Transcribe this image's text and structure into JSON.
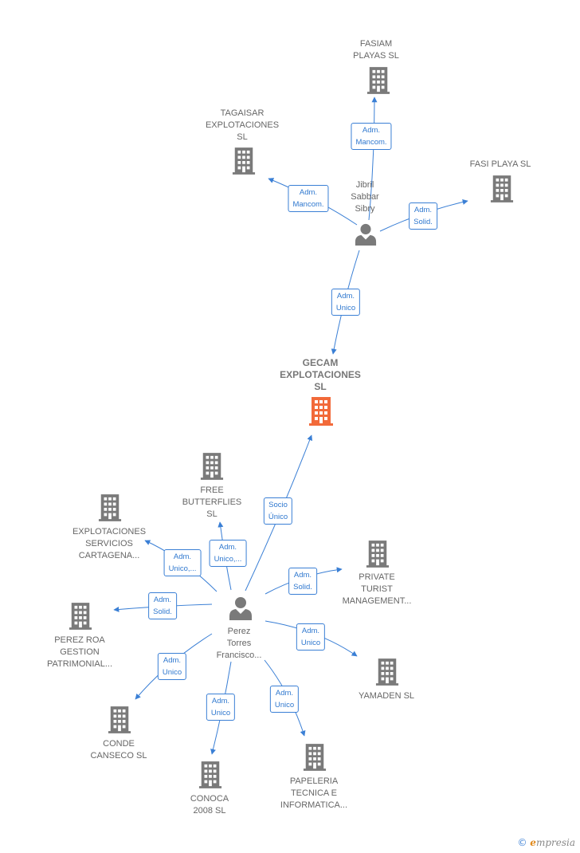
{
  "colors": {
    "edge": "#3a7fd5",
    "company": "#7a7a7a",
    "focus_company": "#f26a3a",
    "person": "#7a7a7a"
  },
  "nodes": {
    "fasiam": {
      "label": "FASIAM\nPLAYAS  SL",
      "type": "company"
    },
    "tagaisar": {
      "label": "TAGAISAR\nEXPLOTACIONES\nSL",
      "type": "company"
    },
    "fasi": {
      "label": "FASI PLAYA  SL",
      "type": "company"
    },
    "jibril": {
      "label": "Jibril\nSabbar\nSibry",
      "type": "person"
    },
    "gecam": {
      "label": "GECAM\nEXPLOTACIONES\nSL",
      "type": "focus"
    },
    "free": {
      "label": "FREE\nBUTTERFLIES\nSL",
      "type": "company"
    },
    "explot": {
      "label": "EXPLOTACIONES\nSERVICIOS\nCARTAGENA...",
      "type": "company"
    },
    "private": {
      "label": "PRIVATE\nTURIST\nMANAGEMENT...",
      "type": "company"
    },
    "perez_roa": {
      "label": "PEREZ ROA\nGESTION\nPATRIMONIAL...",
      "type": "company"
    },
    "perez": {
      "label": "Perez\nTorres\nFrancisco...",
      "type": "person"
    },
    "yamaden": {
      "label": "YAMADEN SL",
      "type": "company"
    },
    "conde": {
      "label": "CONDE\nCANSECO SL",
      "type": "company"
    },
    "conoca": {
      "label": "CONOCA\n2008 SL",
      "type": "company"
    },
    "papeleria": {
      "label": "PAPELERIA\nTECNICA E\nINFORMATICA...",
      "type": "company"
    }
  },
  "edges": [
    {
      "id": "e1",
      "from": "jibril",
      "to": "fasiam",
      "label": "Adm.\nMancom."
    },
    {
      "id": "e2",
      "from": "jibril",
      "to": "tagaisar",
      "label": "Adm.\nMancom."
    },
    {
      "id": "e3",
      "from": "jibril",
      "to": "fasi",
      "label": "Adm.\nSolid."
    },
    {
      "id": "e4",
      "from": "jibril",
      "to": "gecam",
      "label": "Adm.\nUnico"
    },
    {
      "id": "e5",
      "from": "perez",
      "to": "gecam",
      "label": "Socio\nÚnico"
    },
    {
      "id": "e6",
      "from": "perez",
      "to": "free",
      "label": "Adm.\nUnico,..."
    },
    {
      "id": "e7",
      "from": "perez",
      "to": "explot",
      "label": "Adm.\nUnico,..."
    },
    {
      "id": "e8",
      "from": "perez",
      "to": "private",
      "label": "Adm.\nSolid."
    },
    {
      "id": "e9",
      "from": "perez",
      "to": "perez_roa",
      "label": "Adm.\nSolid."
    },
    {
      "id": "e10",
      "from": "perez",
      "to": "yamaden",
      "label": "Adm.\nUnico"
    },
    {
      "id": "e11",
      "from": "perez",
      "to": "conde",
      "label": "Adm.\nUnico"
    },
    {
      "id": "e12",
      "from": "perez",
      "to": "conoca",
      "label": "Adm.\nUnico"
    },
    {
      "id": "e13",
      "from": "perez",
      "to": "papeleria",
      "label": "Adm.\nUnico"
    }
  ],
  "footer": {
    "copyright_symbol": "©",
    "brand_initial": "e",
    "brand_rest": "mpresia"
  }
}
